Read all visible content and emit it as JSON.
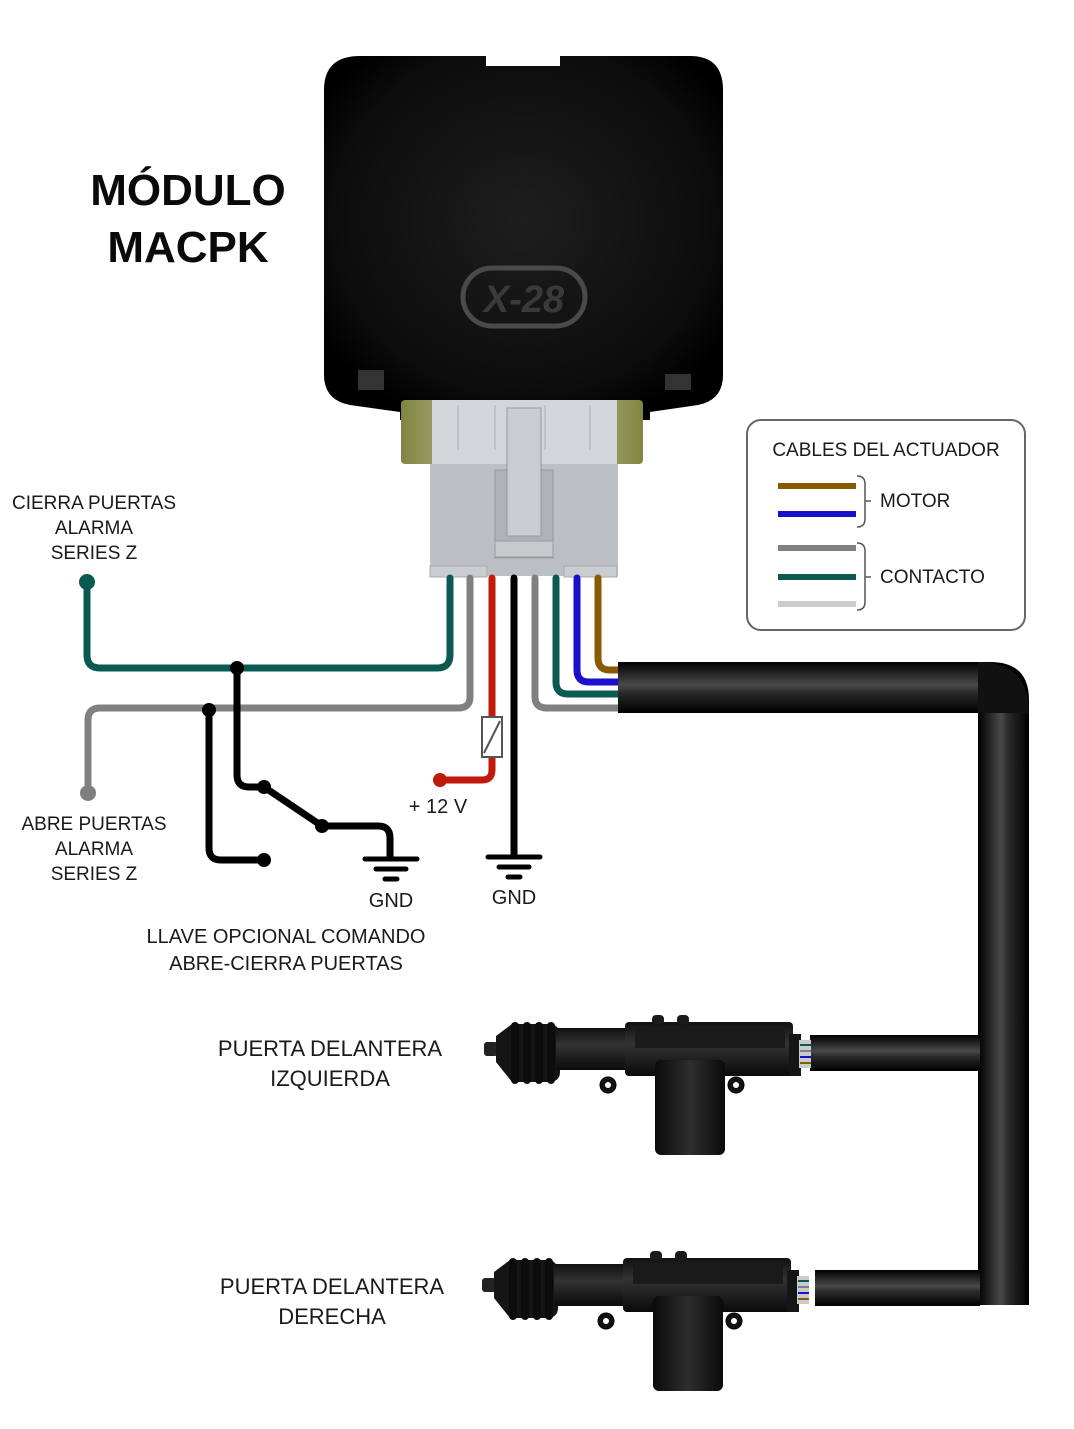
{
  "title": {
    "line1": "MÓDULO",
    "line2": "MACPK"
  },
  "module": {
    "logo_text": "X-28",
    "body_color": "#111111",
    "connector_color": "#c6c9cc",
    "clip_color": "#8a8f4a"
  },
  "labels": {
    "close_input": [
      "CIERRA PUERTAS",
      "ALARMA",
      "SERIES Z"
    ],
    "open_input": [
      "ABRE PUERTAS",
      "ALARMA",
      "SERIES Z"
    ],
    "power": "+ 12 V",
    "gnd_left": "GND",
    "gnd_right": "GND",
    "optional_switch": [
      "LLAVE OPCIONAL COMANDO",
      "ABRE-CIERRA PUERTAS"
    ],
    "actuator_left": [
      "PUERTA DELANTERA",
      "IZQUIERDA"
    ],
    "actuator_right": [
      "PUERTA DELANTERA",
      "DERECHA"
    ]
  },
  "legend": {
    "title": "CABLES DEL ACTUADOR",
    "groups": [
      {
        "label": "MOTOR",
        "wires": [
          {
            "color": "#8a5a00"
          },
          {
            "color": "#1a0fcc"
          }
        ]
      },
      {
        "label": "CONTACTO",
        "wires": [
          {
            "color": "#808080"
          },
          {
            "color": "#0b5a52"
          },
          {
            "color": "#cccccc"
          }
        ]
      }
    ]
  },
  "wire_colors": {
    "teal": "#0b5a52",
    "gray": "#808080",
    "red": "#c01a0a",
    "black": "#000000",
    "blue": "#1a0fcc",
    "brown": "#8a5a00"
  }
}
